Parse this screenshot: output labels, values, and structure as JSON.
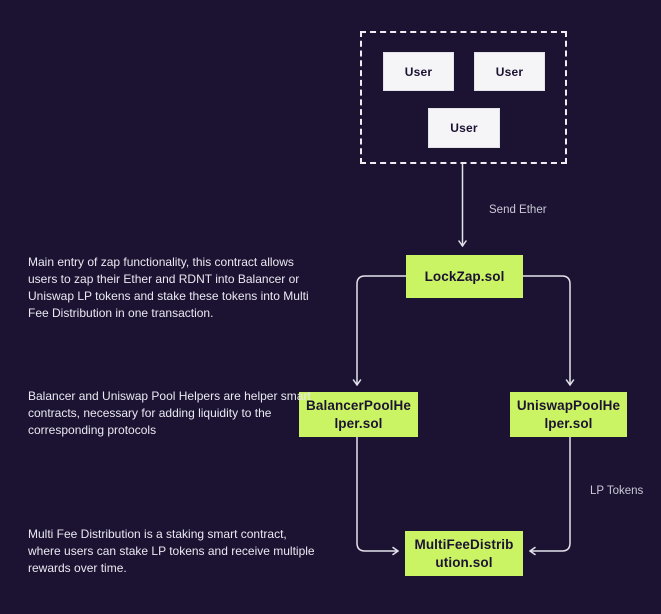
{
  "colors": {
    "background": "#1c1333",
    "contract_box": "#cbf464",
    "user_box": "#f5f5f7",
    "connector_line": "#e4e3ec",
    "annotation_text": "#eae8f1"
  },
  "users_group": {
    "boxes": [
      {
        "label": "User"
      },
      {
        "label": "User"
      },
      {
        "label": "User"
      }
    ]
  },
  "contracts": {
    "lockzap": {
      "label": "LockZap.sol"
    },
    "balancer": {
      "label": "BalancerPoolHe\nlper.sol"
    },
    "uniswap": {
      "label": "UniswapPoolHe\nlper.sol"
    },
    "multifee": {
      "label": "MultiFeeDistrib\nution.sol"
    }
  },
  "edge_labels": {
    "send_ether": "Send Ether",
    "lp_tokens": "LP Tokens"
  },
  "annotations": [
    {
      "text": "Main entry of zap functionality, this contract allows users to zap their Ether and RDNT into Balancer or Uniswap LP tokens and stake these tokens into Multi Fee Distribution in one transaction."
    },
    {
      "text": "Balancer and Uniswap Pool Helpers are helper smart contracts, necessary for adding liquidity to the corresponding protocols"
    },
    {
      "text": "Multi Fee Distribution is a staking smart contract, where users can stake LP tokens and receive multiple rewards over time."
    }
  ]
}
